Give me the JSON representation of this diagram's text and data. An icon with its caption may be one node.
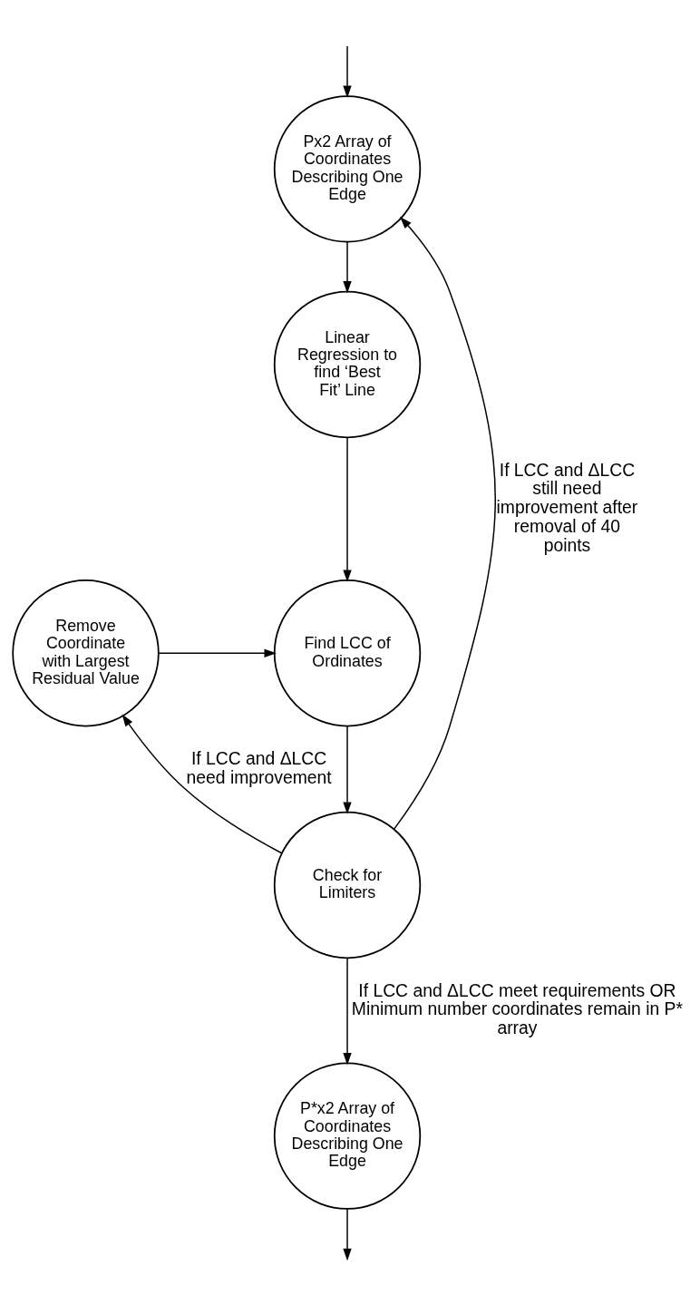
{
  "diagram": {
    "nodes": [
      {
        "text": [
          "Px2 Array of Coordinates Describing One Edge"
        ]
      },
      {
        "text": [
          "Linear Regression to find ‘Best Fit’ Line"
        ]
      },
      {
        "text": [
          "Find LCC of Ordinates"
        ]
      },
      {
        "text": [
          "Remove Coordinate with Largest Residual Value"
        ]
      },
      {
        "text": [
          "Check for Limiters"
        ]
      },
      {
        "text": [
          "P*x2 Array of Coordinates Describing One Edge"
        ]
      }
    ],
    "edges": [
      {
        "from": null,
        "to": 0,
        "arrow": "to"
      },
      {
        "from": 0,
        "to": 1,
        "arrow": "to"
      },
      {
        "from": 1,
        "to": 2,
        "arrow": "to"
      },
      {
        "from": 2,
        "to": 4,
        "arrow": "to"
      },
      {
        "from": 4,
        "to": 3,
        "arrow": "to",
        "label": "If LCC and ΔLCC need improvement"
      },
      {
        "from": 3,
        "to": 2,
        "arrow": "to"
      },
      {
        "from": 4,
        "to": 0,
        "arrow": "to",
        "label": "If LCC and ΔLCC still need improvement after removal of 40 points"
      },
      {
        "from": 4,
        "to": 5,
        "arrow": "to",
        "label": "If LCC and ΔLCC meet requirements OR Minimum number coordinates remain in P* array"
      },
      {
        "from": 5,
        "to": null,
        "arrow": "to"
      }
    ]
  }
}
